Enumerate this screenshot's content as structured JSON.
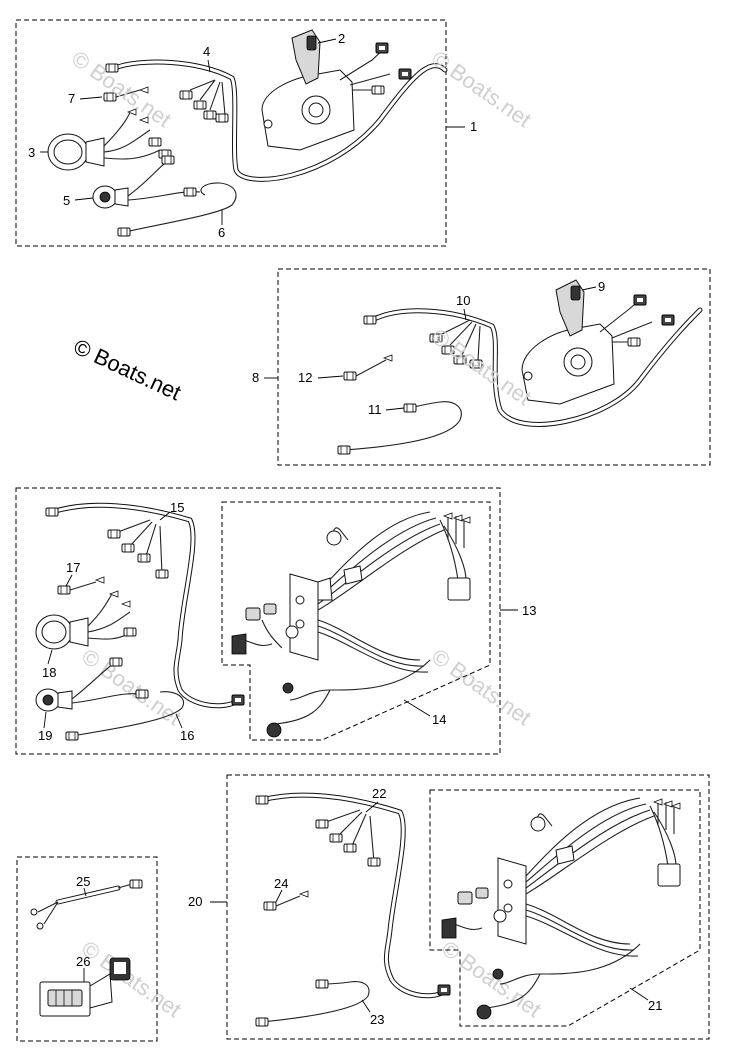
{
  "watermark": {
    "main": "© Boats.net",
    "repeated": "© Boats.net"
  },
  "callouts": {
    "c1": "1",
    "c2": "2",
    "c3": "3",
    "c4": "4",
    "c5": "5",
    "c6": "6",
    "c7": "7",
    "c8": "8",
    "c9": "9",
    "c10": "10",
    "c11": "11",
    "c12": "12",
    "c13": "13",
    "c14": "14",
    "c15": "15",
    "c16": "16",
    "c17": "17",
    "c18": "18",
    "c19": "19",
    "c20": "20",
    "c21": "21",
    "c22": "22",
    "c23": "23",
    "c24": "24",
    "c25": "25",
    "c26": "26"
  },
  "icons": {
    "remote_control_box": "remote-control-icon",
    "wiring_harness": "wiring-harness-icon",
    "gauge": "gauge-icon",
    "key_switch": "key-switch-icon",
    "connector": "connector-icon",
    "panel_switch": "panel-switch-icon"
  }
}
